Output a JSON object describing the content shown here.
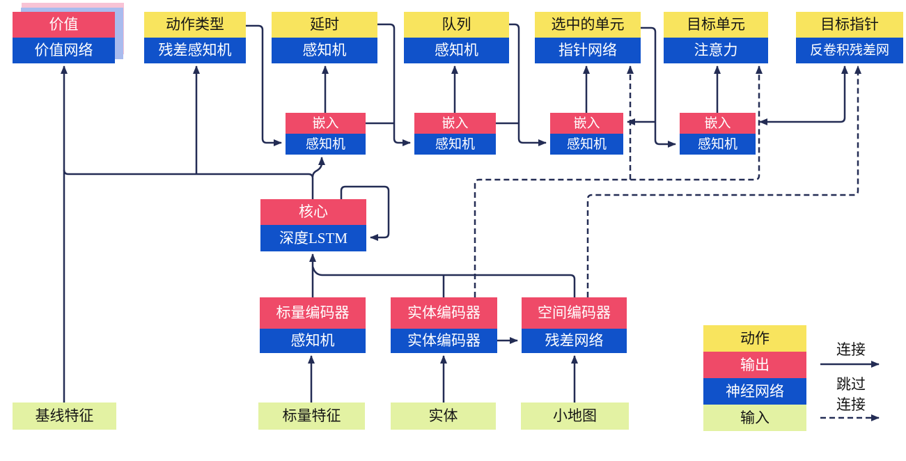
{
  "palette": {
    "action_yellow": "#f8e45e",
    "output_red": "#ef4a68",
    "network_blue": "#1052ca",
    "input_green": "#e3f2a3",
    "edge_navy": "#232c54",
    "value_shadow_pink": "#f8c3d5",
    "value_shadow_blue": "#a9bbee"
  },
  "nodes": {
    "value": {
      "output": "价值",
      "network": "价值网络"
    },
    "heads": [
      {
        "action": "动作类型",
        "network": "残差感知机"
      },
      {
        "action": "延时",
        "network": "感知机"
      },
      {
        "action": "队列",
        "network": "感知机"
      },
      {
        "action": "选中的单元",
        "network": "指针网络"
      },
      {
        "action": "目标单元",
        "network": "注意力"
      },
      {
        "action": "目标指针",
        "network": "反卷积残差网"
      }
    ],
    "embeds": [
      {
        "output": "嵌入",
        "network": "感知机"
      },
      {
        "output": "嵌入",
        "network": "感知机"
      },
      {
        "output": "嵌入",
        "network": "感知机"
      },
      {
        "output": "嵌入",
        "network": "感知机"
      }
    ],
    "core": {
      "output": "核心",
      "network": "深度LSTM"
    },
    "encoders": [
      {
        "output": "标量编码器",
        "network": "感知机"
      },
      {
        "output": "实体编码器",
        "network": "实体编码器"
      },
      {
        "output": "空间编码器",
        "network": "残差网络"
      }
    ],
    "inputs": [
      "基线特征",
      "标量特征",
      "实体",
      "小地图"
    ]
  },
  "legend": {
    "action": "动作",
    "output": "输出",
    "network": "神经网络",
    "input": "输入",
    "solid_label": "连接",
    "dashed_label_line1": "跳过",
    "dashed_label_line2": "连接"
  }
}
